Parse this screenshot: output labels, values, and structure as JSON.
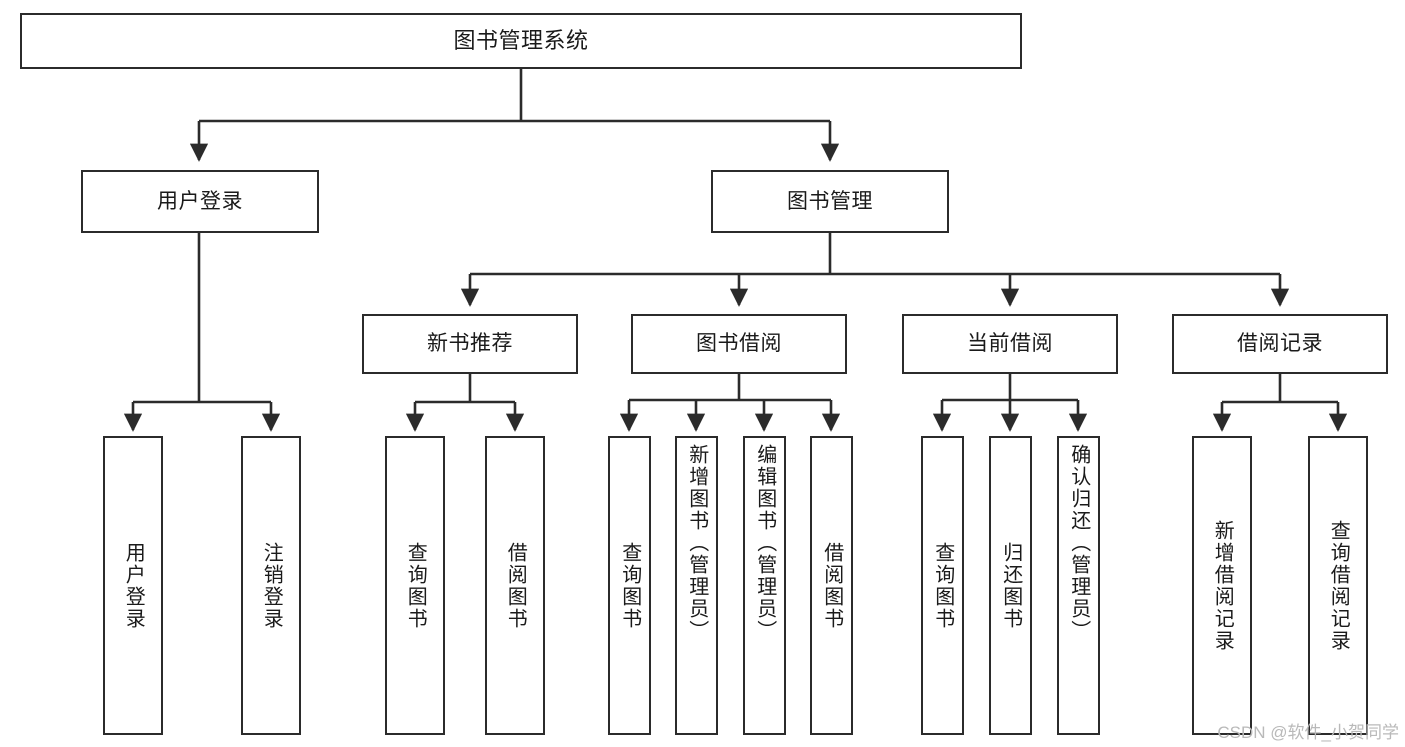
{
  "diagram": {
    "type": "tree",
    "title": "图书管理系统",
    "watermark": "CSDN @软件_小贺同学",
    "colors": {
      "box_border": "#2b2b2b",
      "box_fill": "#ffffff",
      "connector": "#2b2b2b",
      "text": "#1a1a1a",
      "watermark": "#b9b9b9"
    },
    "root": {
      "label": "图书管理系统"
    },
    "level2": [
      {
        "label": "用户登录"
      },
      {
        "label": "图书管理"
      }
    ],
    "level3": [
      {
        "label": "新书推荐"
      },
      {
        "label": "图书借阅"
      },
      {
        "label": "当前借阅"
      },
      {
        "label": "借阅记录"
      }
    ],
    "leaves": {
      "user_login": [
        {
          "label": "用户登录"
        },
        {
          "label": "注销登录"
        }
      ],
      "new_book": [
        {
          "label": "查询图书"
        },
        {
          "label": "借阅图书"
        }
      ],
      "book_borrow": [
        {
          "label": "查询图书"
        },
        {
          "label": "新增图书（管理员）"
        },
        {
          "label": "编辑图书（管理员）"
        },
        {
          "label": "借阅图书"
        }
      ],
      "current_borrow": [
        {
          "label": "查询图书"
        },
        {
          "label": "归还图书"
        },
        {
          "label": "确认归还（管理员）"
        }
      ],
      "borrow_record": [
        {
          "label": "新增借阅记录"
        },
        {
          "label": "查询借阅记录"
        }
      ]
    }
  }
}
